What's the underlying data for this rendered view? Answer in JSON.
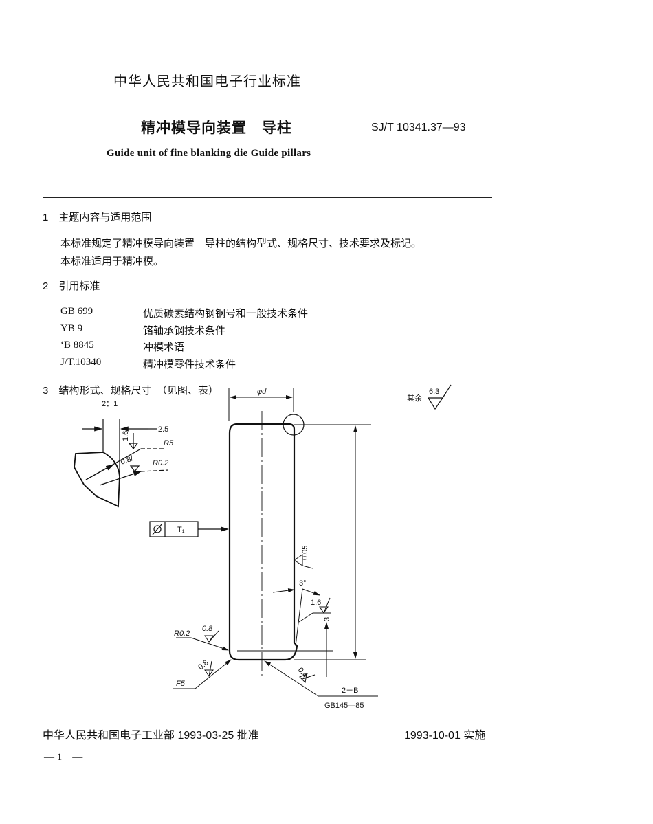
{
  "header": {
    "org_title": "中华人民共和国电子行业标准",
    "title_cn": "精冲模导向装置　导柱",
    "standard_code": "SJ/T 10341.37—93",
    "title_en": "Guide unit of fine blanking die   Guide pillars"
  },
  "sections": {
    "s1": {
      "heading": "1　主题内容与适用范围",
      "para1": "本标准规定了精冲模导向装置　导柱的结构型式、规格尺寸、技术要求及标记。",
      "para2": "本标准适用于精冲模。"
    },
    "s2": {
      "heading": "2　引用标准",
      "refs": [
        {
          "code": "GB 699",
          "desc": "优质碳素结构钢钢号和一般技术条件"
        },
        {
          "code": "YB 9",
          "desc": "铬轴承钢技术条件"
        },
        {
          "code": "ʻB 8845",
          "desc": "冲模术语"
        },
        {
          "code": " J/T.10340",
          "desc": "精冲模零件技术条件"
        }
      ]
    },
    "s3": {
      "heading": "3　结构形式、规格尺寸　（见图、表）"
    }
  },
  "drawing": {
    "detail_scale": "2：1",
    "detail_dim": "2.5",
    "detail_roughness_1": "1.6",
    "detail_radius_1": "R5",
    "detail_roughness_2": "0.8/",
    "detail_radius_2": "R0.2",
    "diameter_label": "φd",
    "other_roughness_label": "其余",
    "other_roughness_value": "6.3",
    "tolerance_frame_value": "T₁",
    "side_roughness": "0.05",
    "angle": "3°",
    "taper_roughness": "1.6",
    "dim_3": "3",
    "bottom_left_radius": "R0.2",
    "bottom_left_roughness": "0.8",
    "bottom_roughness_2": "0.8",
    "bottom_radius_2": "F5",
    "center_hole_roughness": "0.4",
    "center_hole_label": "2－B",
    "center_hole_std": "GB145—85"
  },
  "footer": {
    "issuer": "中华人民共和国电子工业部 1993-03-25 批准",
    "effective": "1993-10-01 实施",
    "page_number": "— 1　—"
  }
}
